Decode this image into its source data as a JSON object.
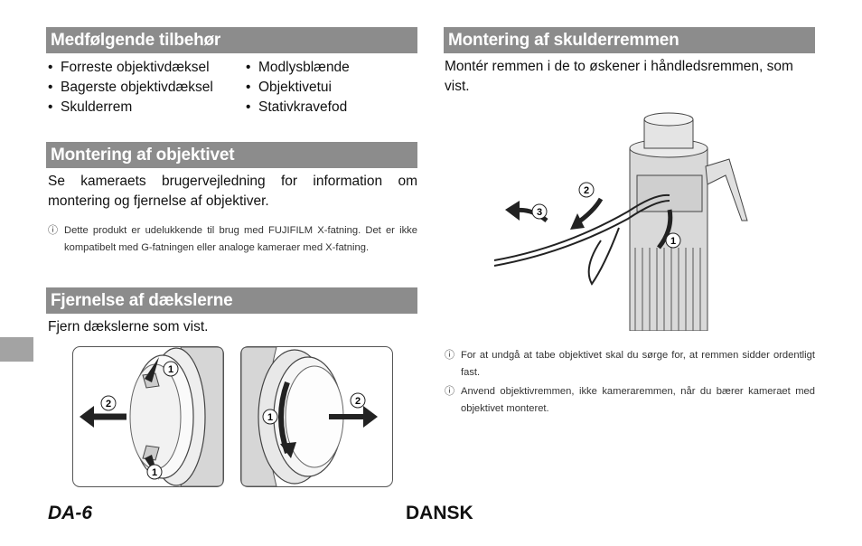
{
  "sections": {
    "accessories": {
      "title": "Medfølgende tilbehør",
      "col1": [
        "Forreste objektivdæksel",
        "Bagerste objektivdæksel",
        "Skulderrem"
      ],
      "col2": [
        "Modlysblænde",
        "Objektivetui",
        "Stativkravefod"
      ]
    },
    "mounting": {
      "title": "Montering af objektivet",
      "text": "Se kameraets brugervejledning for information om montering og fjernelse af objektiver.",
      "note": "Dette produkt er udelukkende til brug med FUJIFILM X-fatning. Det er ikke kompatibelt med G-fatningen eller analoge kameraer med X-fatning."
    },
    "caps": {
      "title": "Fjernelse af dækslerne",
      "text": "Fjern dækslerne som vist."
    },
    "strap": {
      "title": "Montering af skulderremmen",
      "text": "Montér remmen i de to øskener i håndledsremmen, som vist.",
      "notes": [
        "For at undgå at tabe objektivet skal du sørge for, at remmen sidder ordentligt fast.",
        "Anvend objektivremmen, ikke kameraremmen, når du bærer kameraet med objektivet monteret."
      ]
    }
  },
  "note_icon": "caution-icon",
  "step_labels": {
    "one": "1",
    "two": "2",
    "three": "3"
  },
  "footer": {
    "page": "DA-6",
    "language": "DANSK"
  }
}
